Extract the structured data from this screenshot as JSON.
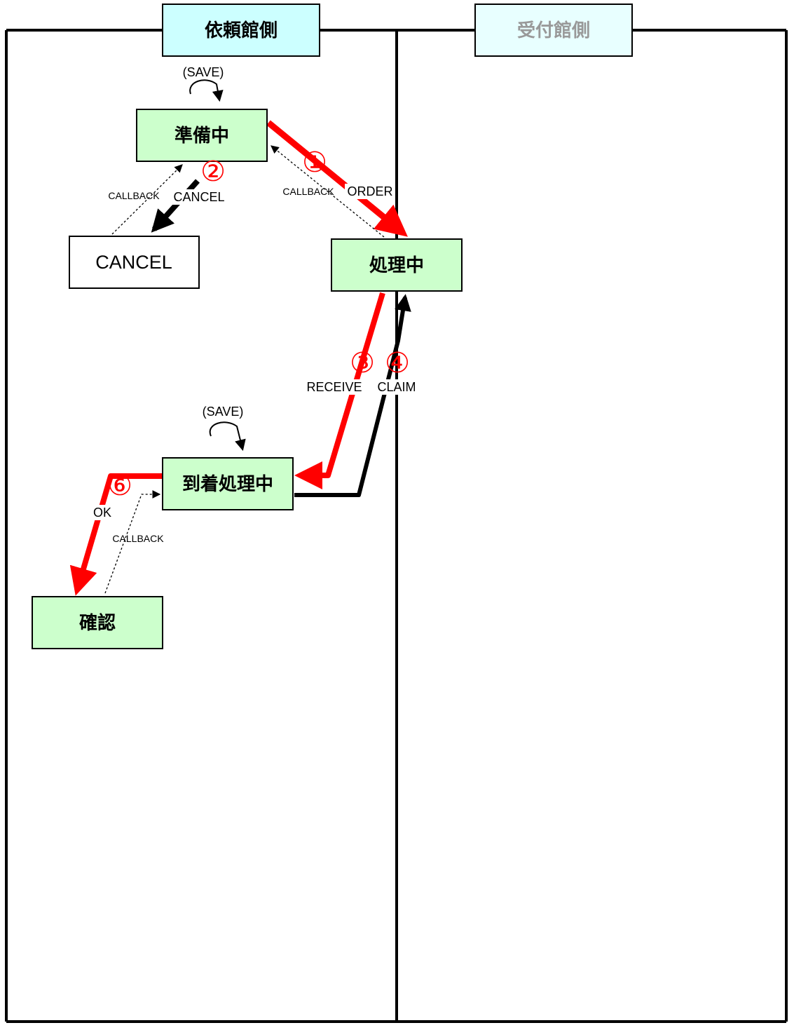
{
  "lanes": {
    "requester": {
      "title": "依頼館側",
      "fill": "#ccffff",
      "color": "#000000"
    },
    "receiver": {
      "title": "受付館側",
      "fill": "#e8ffff",
      "color": "#999999"
    }
  },
  "states": {
    "preparing": "準備中",
    "cancel": "CANCEL",
    "processing": "処理中",
    "arrival": "到着処理中",
    "confirmed": "確認"
  },
  "transitions": {
    "save1": "(SAVE)",
    "save2": "(SAVE)",
    "order": "ORDER",
    "cancel": "CANCEL",
    "callback_cancel": "CALLBACK",
    "callback_processing": "CALLBACK",
    "receive": "RECEIVE",
    "claim": "CLAIM",
    "ok": "OK",
    "callback_confirm": "CALLBACK"
  },
  "steps": {
    "s1": "①",
    "s2": "②",
    "s3": "③",
    "s4": "④",
    "s6": "⑥"
  },
  "colors": {
    "state_fill": "#ccffcc",
    "highlight": "#ff0000",
    "line": "#000000"
  }
}
